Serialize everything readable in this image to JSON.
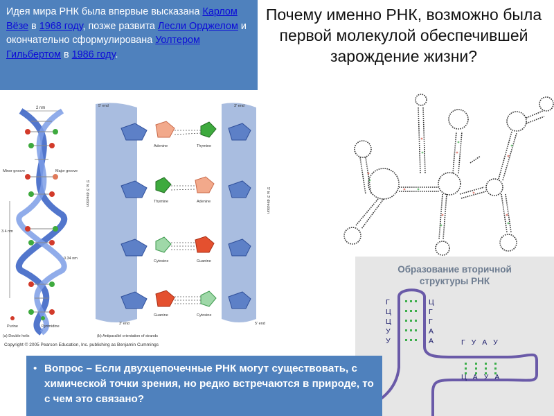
{
  "info": {
    "text_1": "Идея мира РНК была впервые высказана ",
    "link_woese": "Карлом Вёзе",
    "text_2": " в ",
    "link_1968": "1968 году",
    "text_3": ", позже развита ",
    "link_orgel": "Лесли Орджелом",
    "text_4": " и окончательно сформулирована ",
    "link_gilbert": "Уолтером Гильбертом",
    "text_5": " в ",
    "link_1986": "1986 году",
    "text_6": "."
  },
  "title": "Почему именно РНК, возможно была первой молекулой обеспечившей зарождение жизни?",
  "dna_figure": {
    "width_label": "2 nm",
    "minor_groove": "Minor groove",
    "major_groove": "Major groove",
    "pitch_label": "3.4 nm",
    "rise_label": "0.34 nm",
    "purine": "Purine",
    "pyrimidine": "Pyrimidine",
    "caption_a": "(a) Double helix",
    "caption_b": "(b) Antiparallel orientation of strands",
    "five_end_top": "5' end",
    "three_end_top": "3' end",
    "three_end_bottom": "3' end",
    "five_end_bottom": "5' end",
    "dir_left": "5' to 3' direction",
    "dir_right": "5' to 3' direction",
    "bases": {
      "adenine_1": "Adenine",
      "thymine_1": "Thymine",
      "thymine_2": "Thymine",
      "adenine_2": "Adenine",
      "cytosine_1": "Cytosine",
      "guanine_1": "Guanine",
      "guanine_2": "Guanine",
      "cytosine_2": "Cytosine"
    },
    "copyright": "Copyright © 2005 Pearson Education, Inc. publishing as Benjamin Cummings"
  },
  "formation": {
    "title_line1": "Образование вторичной",
    "title_line2": "структуры РНК",
    "left_strand": [
      "Г",
      "Ц",
      "Ц",
      "У",
      "У"
    ],
    "right_strand": [
      "Ц",
      "Г",
      "Г",
      "А",
      "А"
    ],
    "top_strand": "Г У А У",
    "bottom_strand": "Ц А У А"
  },
  "question": {
    "bullet": "•",
    "text": "Вопрос – Если двухцепочечные РНК могут существовать, с химической точки зрения, но редко встречаются в природе, то с чем это связано?"
  },
  "colors": {
    "box_blue": "#4f81bd",
    "link_blue": "#0c0cd8",
    "strand_purple": "#6a5aa8",
    "pair_green": "#3cae4a",
    "panel_gray": "#e6e6e6",
    "backbone_blue": "#9fb3d8"
  }
}
